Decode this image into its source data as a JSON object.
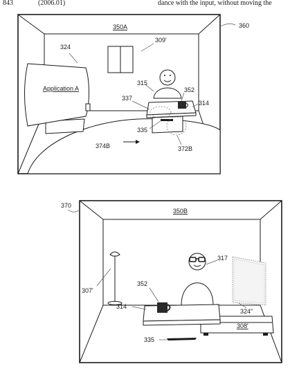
{
  "header": {
    "left_fragment": "843",
    "center_fragment": "(2006.01)",
    "right_fragment": "dance with the input, without moving the"
  },
  "figure_top": {
    "room_label": "350A",
    "system_label": "360",
    "display_label": "324",
    "display_text": "Application A",
    "window_label": "309'",
    "user_label": "315",
    "object_label": "352",
    "table_label": "314",
    "edge_label": "337",
    "item_label": "335",
    "region_label": "372B",
    "arrow_label": "374B"
  },
  "figure_bottom": {
    "room_label": "350B",
    "system_label": "370",
    "lamp_label": "307'",
    "object_label": "352",
    "user_label": "317",
    "table_label": "314",
    "display_label": "324\"",
    "cabinet_label": "308'",
    "item_label": "335"
  }
}
